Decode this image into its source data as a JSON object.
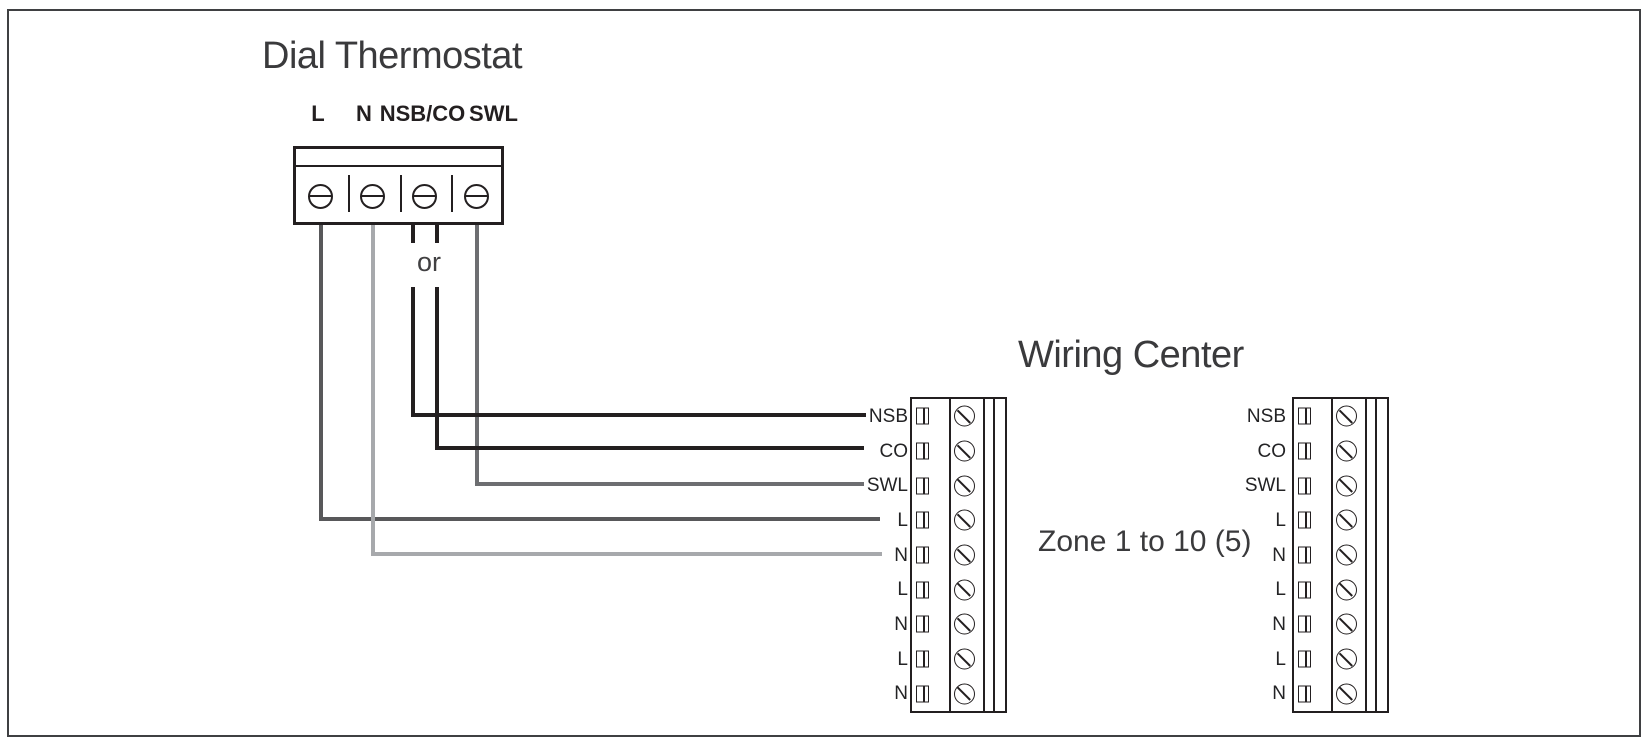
{
  "thermostat": {
    "title": "Dial Thermostat",
    "terminals": [
      "L",
      "N",
      "NSB/CO",
      "SWL"
    ],
    "or_label": "or"
  },
  "wiring_center": {
    "title": "Wiring Center",
    "zone_label": "Zone 1 to 10 (5)",
    "left_strip": {
      "rows": [
        "NSB",
        "CO",
        "SWL",
        "L",
        "N",
        "L",
        "N",
        "L",
        "N"
      ]
    },
    "right_strip": {
      "rows": [
        "NSB",
        "CO",
        "SWL",
        "L",
        "N",
        "L",
        "N",
        "L",
        "N"
      ]
    }
  },
  "colors": {
    "outline": "#231F20",
    "wire_l": "#58585A",
    "wire_n": "#A7A9AC",
    "wire_nsb": "#231F20",
    "wire_co": "#231F20",
    "wire_swl": "#6D6E71"
  }
}
